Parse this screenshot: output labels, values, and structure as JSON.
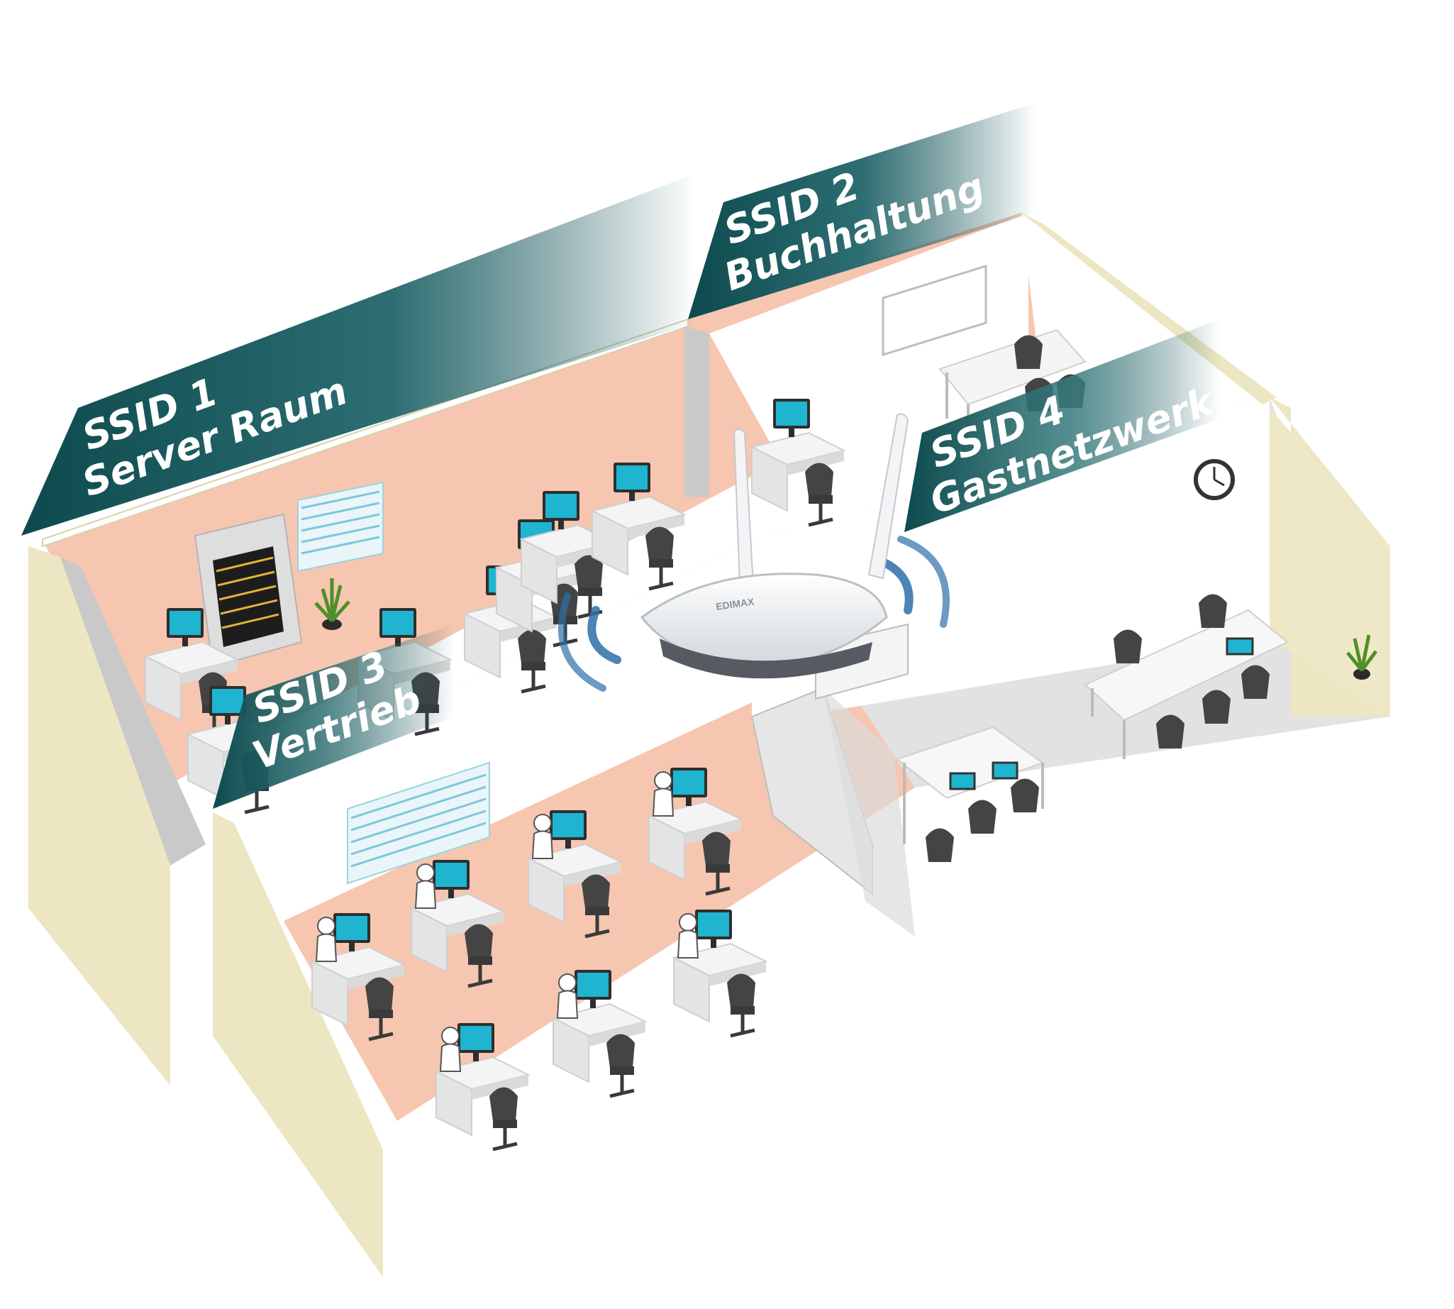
{
  "ssids": [
    {
      "id": "ssid-1",
      "line1": "SSID 1",
      "line2": "Server Raum"
    },
    {
      "id": "ssid-2",
      "line1": "SSID 2",
      "line2": "Buchhaltung"
    },
    {
      "id": "ssid-3",
      "line1": "SSID 3",
      "line2": "Vertrieb"
    },
    {
      "id": "ssid-4",
      "line1": "SSID 4",
      "line2": "Gastnetzwerk"
    }
  ],
  "router": {
    "brand": "EDIMAX"
  },
  "colors": {
    "banner": "#0d4a4e",
    "floor_office": "#f6c6b0",
    "floor_guest": "#e2e2e2",
    "wall_side": "#ece6c2",
    "monitor": "#1fb4cf",
    "wifi_wave": "#2c6fa8"
  }
}
